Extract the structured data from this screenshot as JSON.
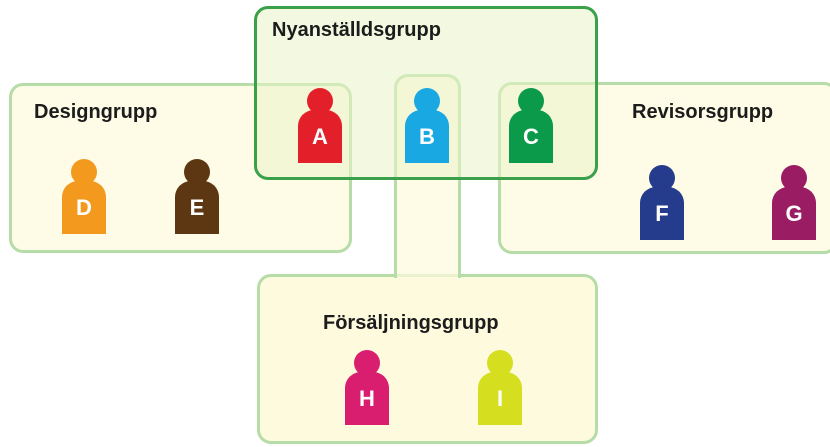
{
  "groups": {
    "new_employees": "Nyanställdsgrupp",
    "design": "Designgrupp",
    "auditors": "Revisorsgrupp",
    "sales": "Försäljningsgrupp"
  },
  "people": [
    {
      "id": "A",
      "color": "#e3202a"
    },
    {
      "id": "B",
      "color": "#1aa8e3"
    },
    {
      "id": "C",
      "color": "#0b9a4a"
    },
    {
      "id": "D",
      "color": "#f39a1e"
    },
    {
      "id": "E",
      "color": "#5c3712"
    },
    {
      "id": "F",
      "color": "#253c8c"
    },
    {
      "id": "G",
      "color": "#9a1d63"
    },
    {
      "id": "H",
      "color": "#d91e70"
    },
    {
      "id": "I",
      "color": "#d5de1f"
    }
  ]
}
